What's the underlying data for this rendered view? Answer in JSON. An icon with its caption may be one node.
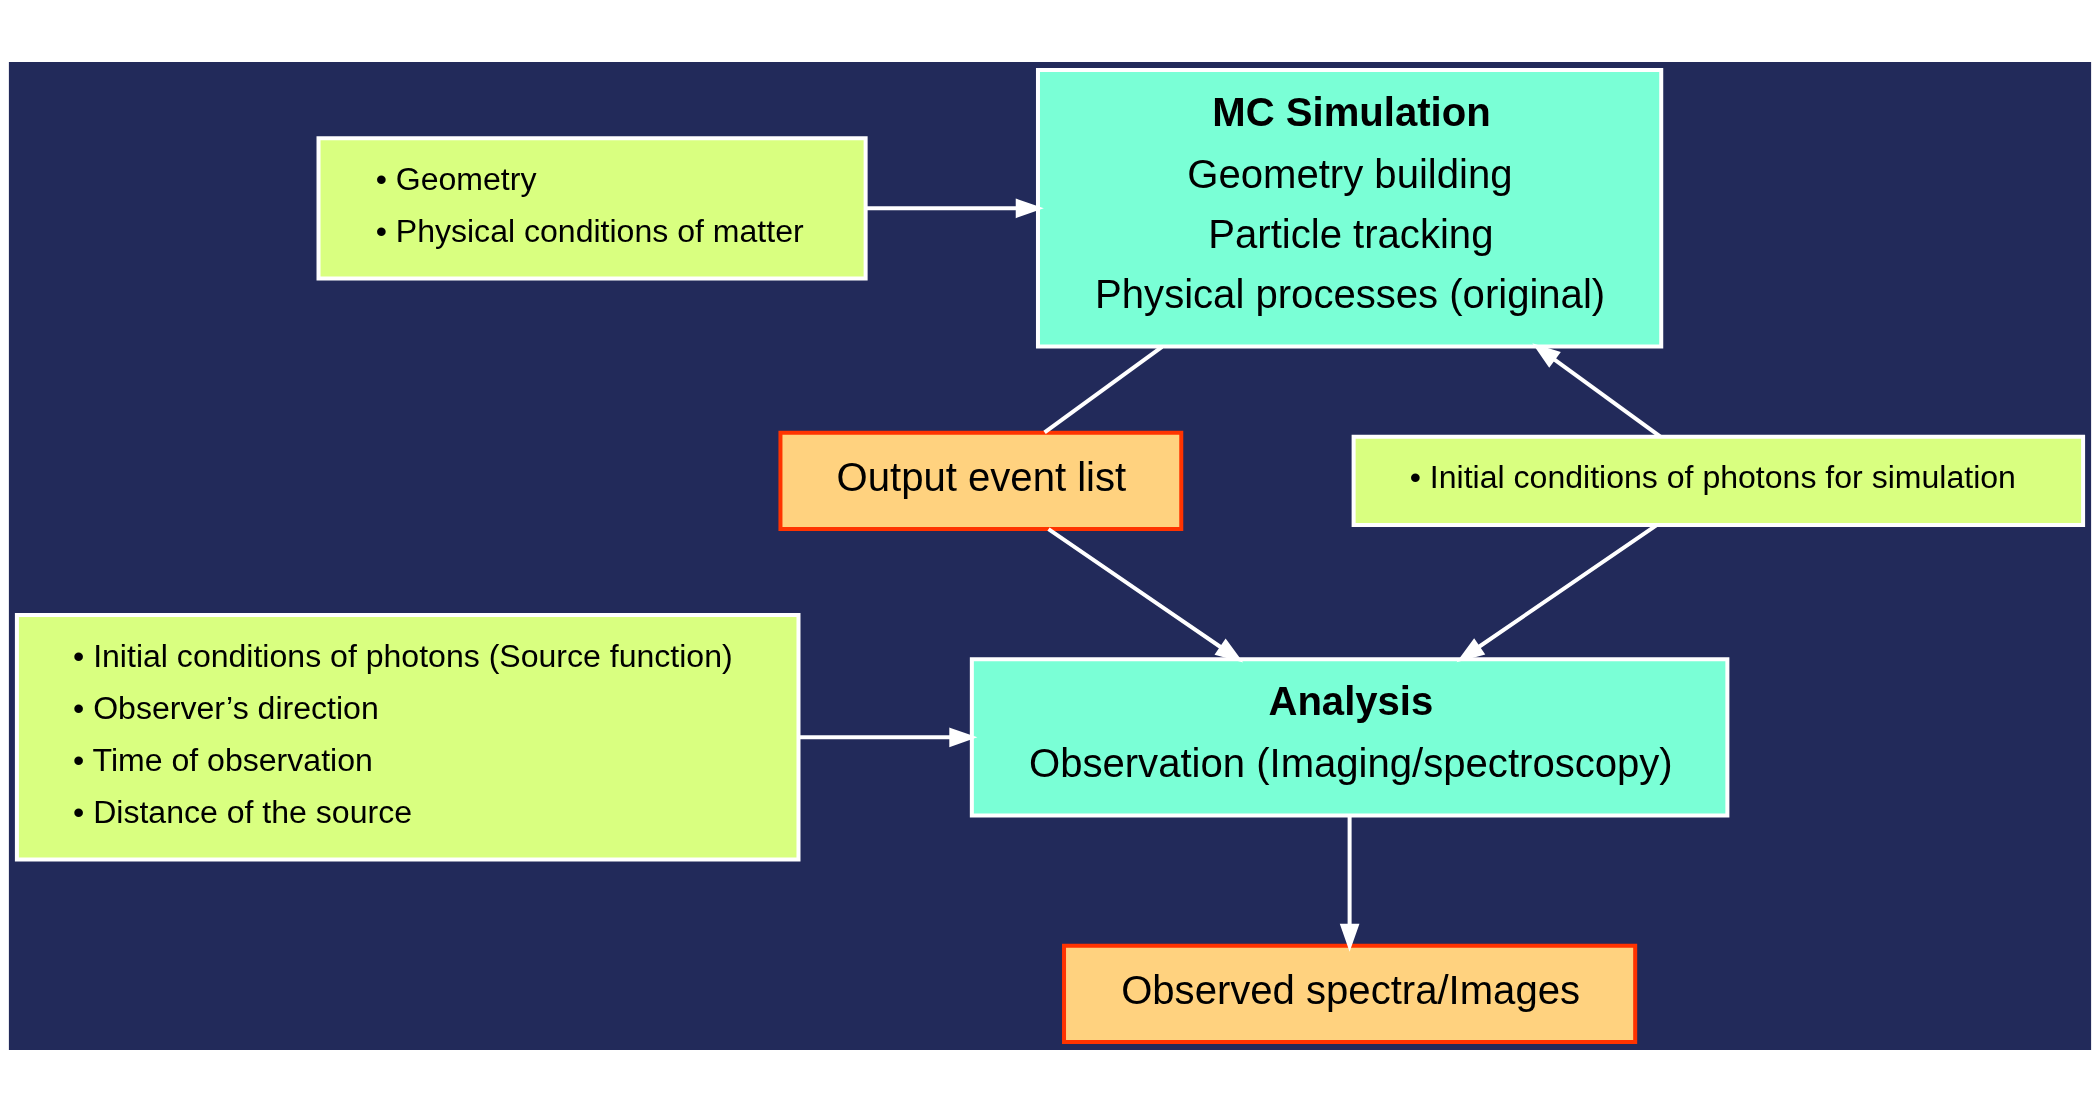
{
  "diagram": {
    "nodes": [
      {
        "text": [
          "MC Simulation",
          "Geometry building",
          "Particle tracking",
          "Physical processes (original)"
        ]
      },
      {
        "text": [
          "Output event list"
        ]
      },
      {
        "text": [
          "Analysis",
          "Observation (Imaging/spectroscopy)"
        ]
      },
      {
        "text": [
          "Observed spectra/Images"
        ]
      },
      {
        "text": [
          "• Geometry",
          "• Physical conditions of matter"
        ]
      },
      {
        "text": [
          "• Initial conditions of photons for simulation"
        ]
      },
      {
        "text": [
          "• Initial conditions of photons (Source function)",
          "• Observer’s direction",
          "• Time of observation",
          "• Distance of the source"
        ]
      }
    ],
    "edges": [
      {
        "from": 0,
        "to": 1,
        "arrow": "none"
      },
      {
        "from": 1,
        "to": 2,
        "arrow": "to"
      },
      {
        "from": 2,
        "to": 3,
        "arrow": "to"
      },
      {
        "from": 4,
        "to": 0,
        "arrow": "to"
      },
      {
        "from": 5,
        "to": 0,
        "arrow": "to"
      },
      {
        "from": 5,
        "to": 2,
        "arrow": "to"
      },
      {
        "from": 6,
        "to": 2,
        "arrow": "to"
      }
    ]
  }
}
